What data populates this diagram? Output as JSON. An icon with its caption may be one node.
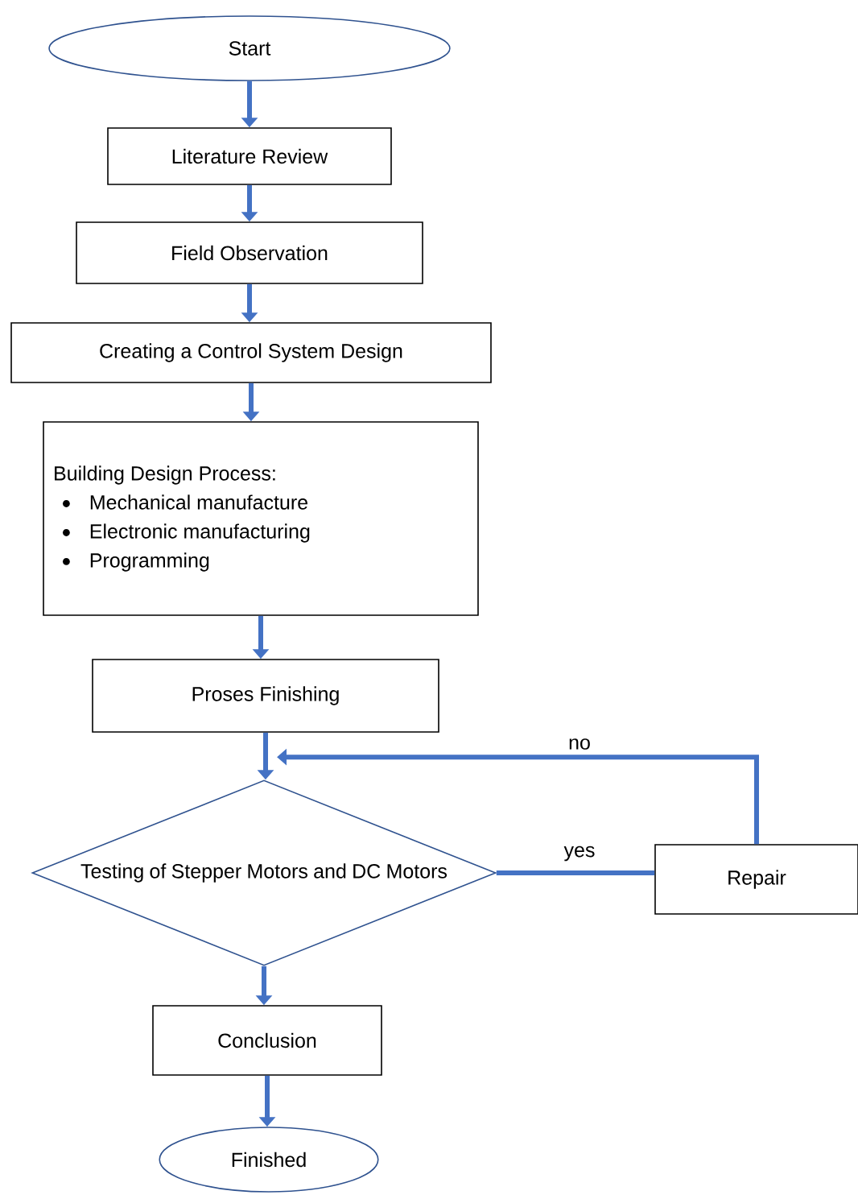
{
  "diagram": {
    "nodes": [
      {
        "text": [
          "Start"
        ]
      },
      {
        "text": [
          "Literature Review"
        ]
      },
      {
        "text": [
          "Field Observation"
        ]
      },
      {
        "text": [
          "Creating a Control System Design"
        ]
      },
      {
        "text": [
          "Building Design Process:",
          "Mechanical manufacture",
          "Electronic manufacturing",
          "Programming"
        ]
      },
      {
        "text": [
          "Proses Finishing"
        ]
      },
      {
        "text": [
          "Testing of Stepper Motors and DC Motors"
        ]
      },
      {
        "text": [
          "Repair"
        ]
      },
      {
        "text": [
          "Conclusion"
        ]
      },
      {
        "text": [
          "Finished"
        ]
      }
    ],
    "edges": [
      {
        "from": 0,
        "to": 1,
        "arrow": "to"
      },
      {
        "from": 1,
        "to": 2,
        "arrow": "to"
      },
      {
        "from": 2,
        "to": 3,
        "arrow": "to"
      },
      {
        "from": 3,
        "to": 4,
        "arrow": "to"
      },
      {
        "from": 4,
        "to": 5,
        "arrow": "to"
      },
      {
        "from": 5,
        "to": 6,
        "arrow": "to"
      },
      {
        "from": 6,
        "to": 7,
        "arrow": "none",
        "label": "yes"
      },
      {
        "from": 7,
        "to": 6,
        "arrow": "to",
        "label": "no"
      },
      {
        "from": 6,
        "to": 8,
        "arrow": "to"
      },
      {
        "from": 8,
        "to": 9,
        "arrow": "to"
      }
    ]
  }
}
